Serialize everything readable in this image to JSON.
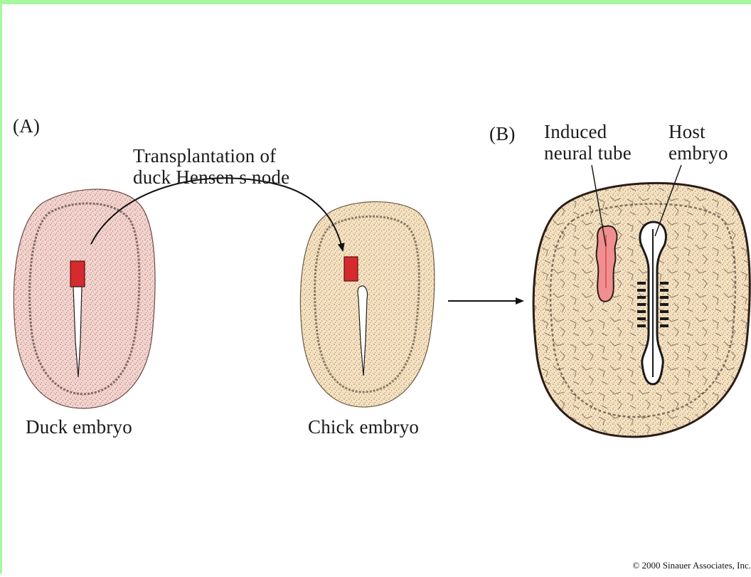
{
  "panel_a": {
    "label": "(A)",
    "transplant_caption": "Transplantation of\nduck Hensen s node",
    "duck_caption": "Duck embryo",
    "chick_caption": "Chick embryo"
  },
  "panel_b": {
    "label": "(B)",
    "induced_caption": "Induced\nneural tube",
    "host_caption": "Host\nembryo"
  },
  "copyright": "© 2000 Sinauer Associates, Inc.",
  "colors": {
    "frame": "#a6f7a0",
    "duck_embryo": "#f6d4cf",
    "chick_embryo": "#f7e3c1",
    "graft": "#d52a2e",
    "induced_tube": "#ef8f8f",
    "stipple": "#3a2a20"
  }
}
